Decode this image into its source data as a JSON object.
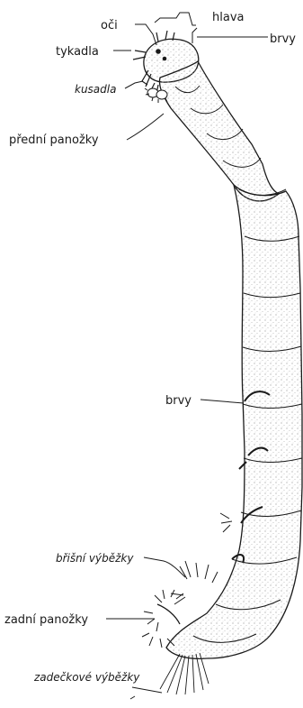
{
  "labels": {
    "oci": "oči",
    "hlava": "hlava",
    "brvy_top": "brvy",
    "tykadla": "tykadla",
    "kusadla": "kusadla",
    "predni_panozky": "přední panožky",
    "brvy_mid": "brvy",
    "bricni_vybezky": "břišní výběžky",
    "zadni_panozky": "zadní panožky",
    "zadeckove_vybezky": "zadečkové výběžky"
  },
  "colors": {
    "ink": "#1a1a1a",
    "body_fill": "#f4f4f4",
    "stipple": "#9a9a9a"
  }
}
